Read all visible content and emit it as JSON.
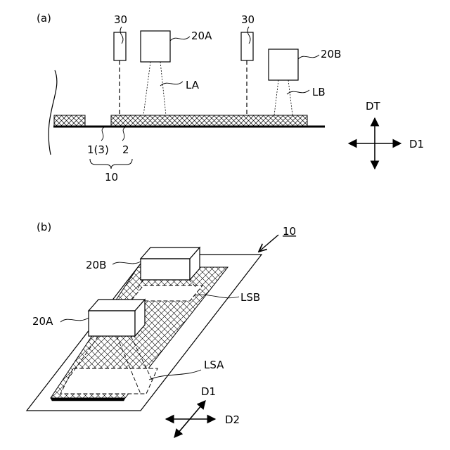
{
  "panel_a": {
    "label": "(a)",
    "sensor_left_num": "30",
    "sensor_right_num": "30",
    "unit_a": "20A",
    "unit_b": "20B",
    "beam_a": "LA",
    "beam_b": "LB",
    "lower_part": "1(3)",
    "upper_part": "2",
    "assembly": "10",
    "axis_vertical": "DT",
    "axis_horizontal": "D1"
  },
  "panel_b": {
    "label": "(b)",
    "assembly": "10",
    "unit_a": "20A",
    "unit_b": "20B",
    "spot_a": "LSA",
    "spot_b": "LSB",
    "axis_d1": "D1",
    "axis_d2": "D2"
  }
}
